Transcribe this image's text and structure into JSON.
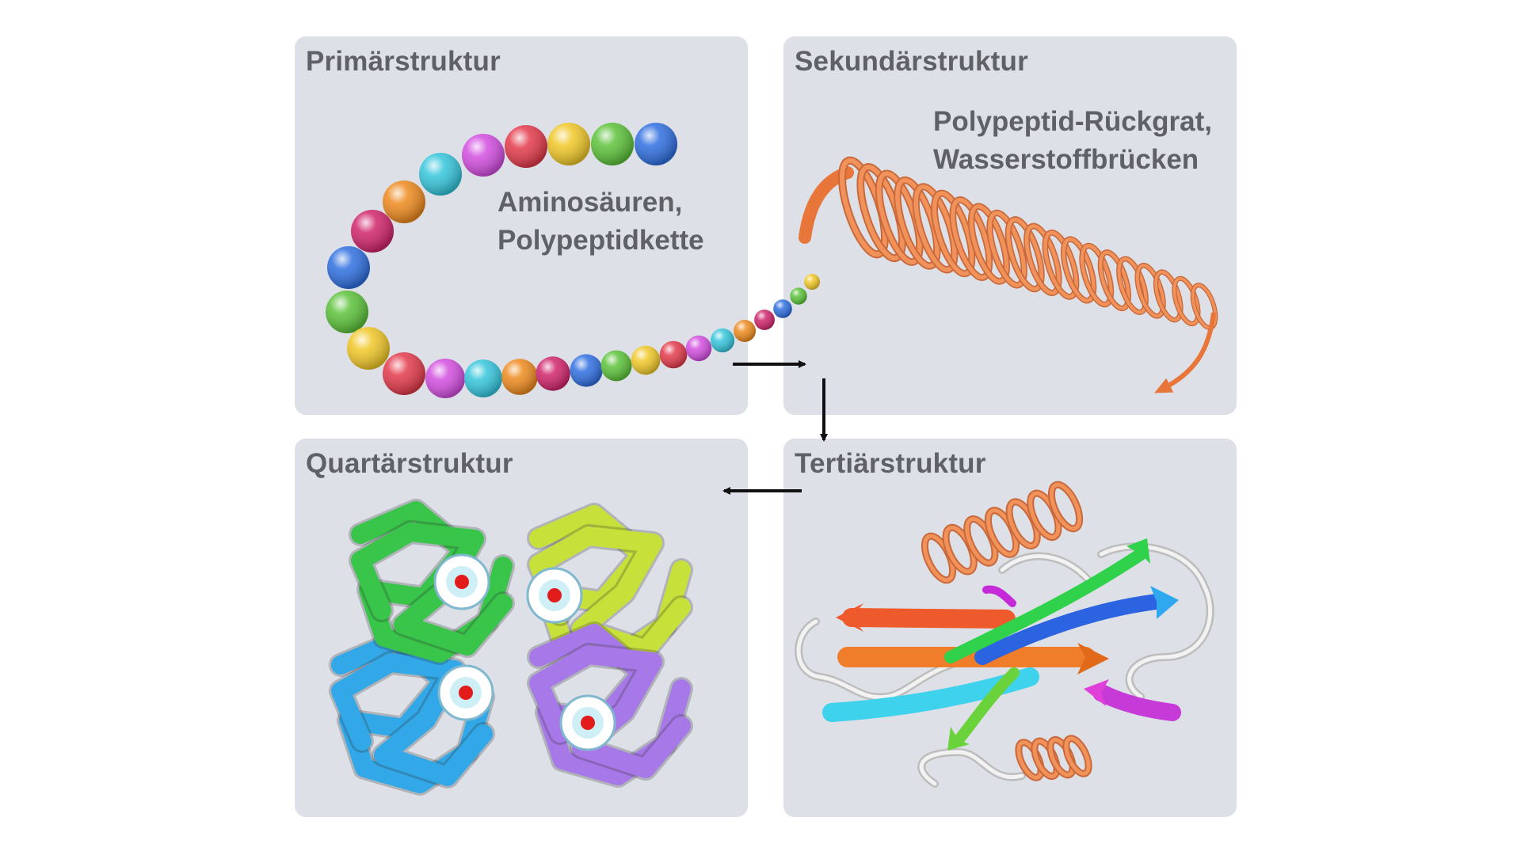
{
  "panels": {
    "primary": {
      "title": "Primärstruktur",
      "note": [
        "Aminosäuren,",
        "Polypeptidkette"
      ]
    },
    "secondary": {
      "title": "Sekundärstruktur",
      "note": [
        "Polypeptid-Rückgrat,",
        "Wasserstoffbrücken"
      ]
    },
    "tertiary": {
      "title": "Tertiärstruktur"
    },
    "quaternary": {
      "title": "Quartärstruktur"
    }
  },
  "colors": {
    "panel_bg": "#dde0e7",
    "text": "#5f6167",
    "helix": "#f0925a",
    "bead_palette": [
      "#2f6fe0",
      "#5cc23a",
      "#f1c829",
      "#e33a4a",
      "#d34ee0",
      "#35c6dc",
      "#ee8a1e",
      "#d0246b"
    ],
    "subunits": [
      "#39c44a",
      "#c8e03a",
      "#33a8e8",
      "#a779e8"
    ]
  },
  "icons": {
    "bead": "amino-acid-bead-icon",
    "flow_arrow": "arrow-icon",
    "heme": "heme-group-icon"
  }
}
